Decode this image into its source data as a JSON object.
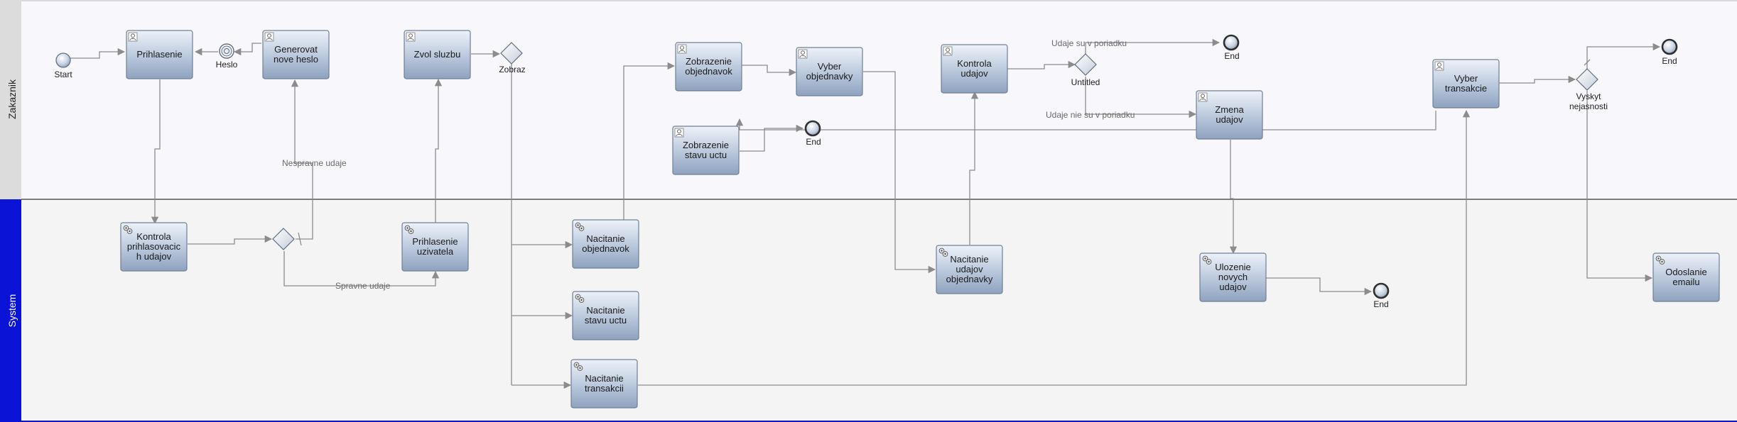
{
  "lanes": {
    "top": "Zakaznik",
    "bottom": "System"
  },
  "tasks": {
    "prihlasenie": "Prihlasenie",
    "generovat_heslo": [
      "Generovat",
      "nove heslo"
    ],
    "zvol_sluzbu": "Zvol sluzbu",
    "zobrazenie_objednavok": [
      "Zobrazenie",
      "objednavok"
    ],
    "vyber_objednavky": [
      "Vyber",
      "objednavky"
    ],
    "zobrazenie_stavu": [
      "Zobrazenie",
      "stavu uctu"
    ],
    "kontrola_udajov": [
      "Kontrola",
      "udajov"
    ],
    "zmena_udajov": [
      "Zmena",
      "udajov"
    ],
    "vyber_transakcie": [
      "Vyber",
      "transakcie"
    ],
    "kontrola_prihlasovacich": [
      "Kontrola",
      "prihlasovacic",
      "h udajov"
    ],
    "prihlasenie_uzivatela": [
      "Prihlasenie",
      "uzivatela"
    ],
    "nacitanie_objednavok": [
      "Nacitanie",
      "objednavok"
    ],
    "nacitanie_stavu": [
      "Nacitanie",
      "stavu uctu"
    ],
    "nacitanie_transakcii": [
      "Nacitanie",
      "transakcii"
    ],
    "nacitanie_udajov_obj": [
      "Nacitanie",
      "udajov",
      "objednavky"
    ],
    "ulozenie_udajov": [
      "Ulozenie",
      "novych",
      "udajov"
    ],
    "odoslanie_emailu": [
      "Odoslanie",
      "emailu"
    ]
  },
  "events": {
    "start": "Start",
    "heslo": "Heslo",
    "end": "End"
  },
  "gateways": {
    "zobraz": "Zobraz",
    "untitled": "Untitled",
    "vyskyt": [
      "Vyskyt",
      "nejasnosti"
    ]
  },
  "edge_labels": {
    "nespravne": "Nespravne udaje",
    "spravne": "Spravne udaje",
    "v_poriadku": "Udaje su v poriadku",
    "nie_v_poriadku": "Udaje nie su v poriadku"
  },
  "colors": {
    "lane_top_header": "#dcdcdc",
    "lane_bottom_header": "#0a13d6",
    "lane_top_bg": "#f8f8fc",
    "lane_bottom_bg": "#f4f4f4",
    "task_top": "#e3eaf4",
    "task_bottom": "#92a6c2",
    "flow": "#8c8c8c"
  }
}
